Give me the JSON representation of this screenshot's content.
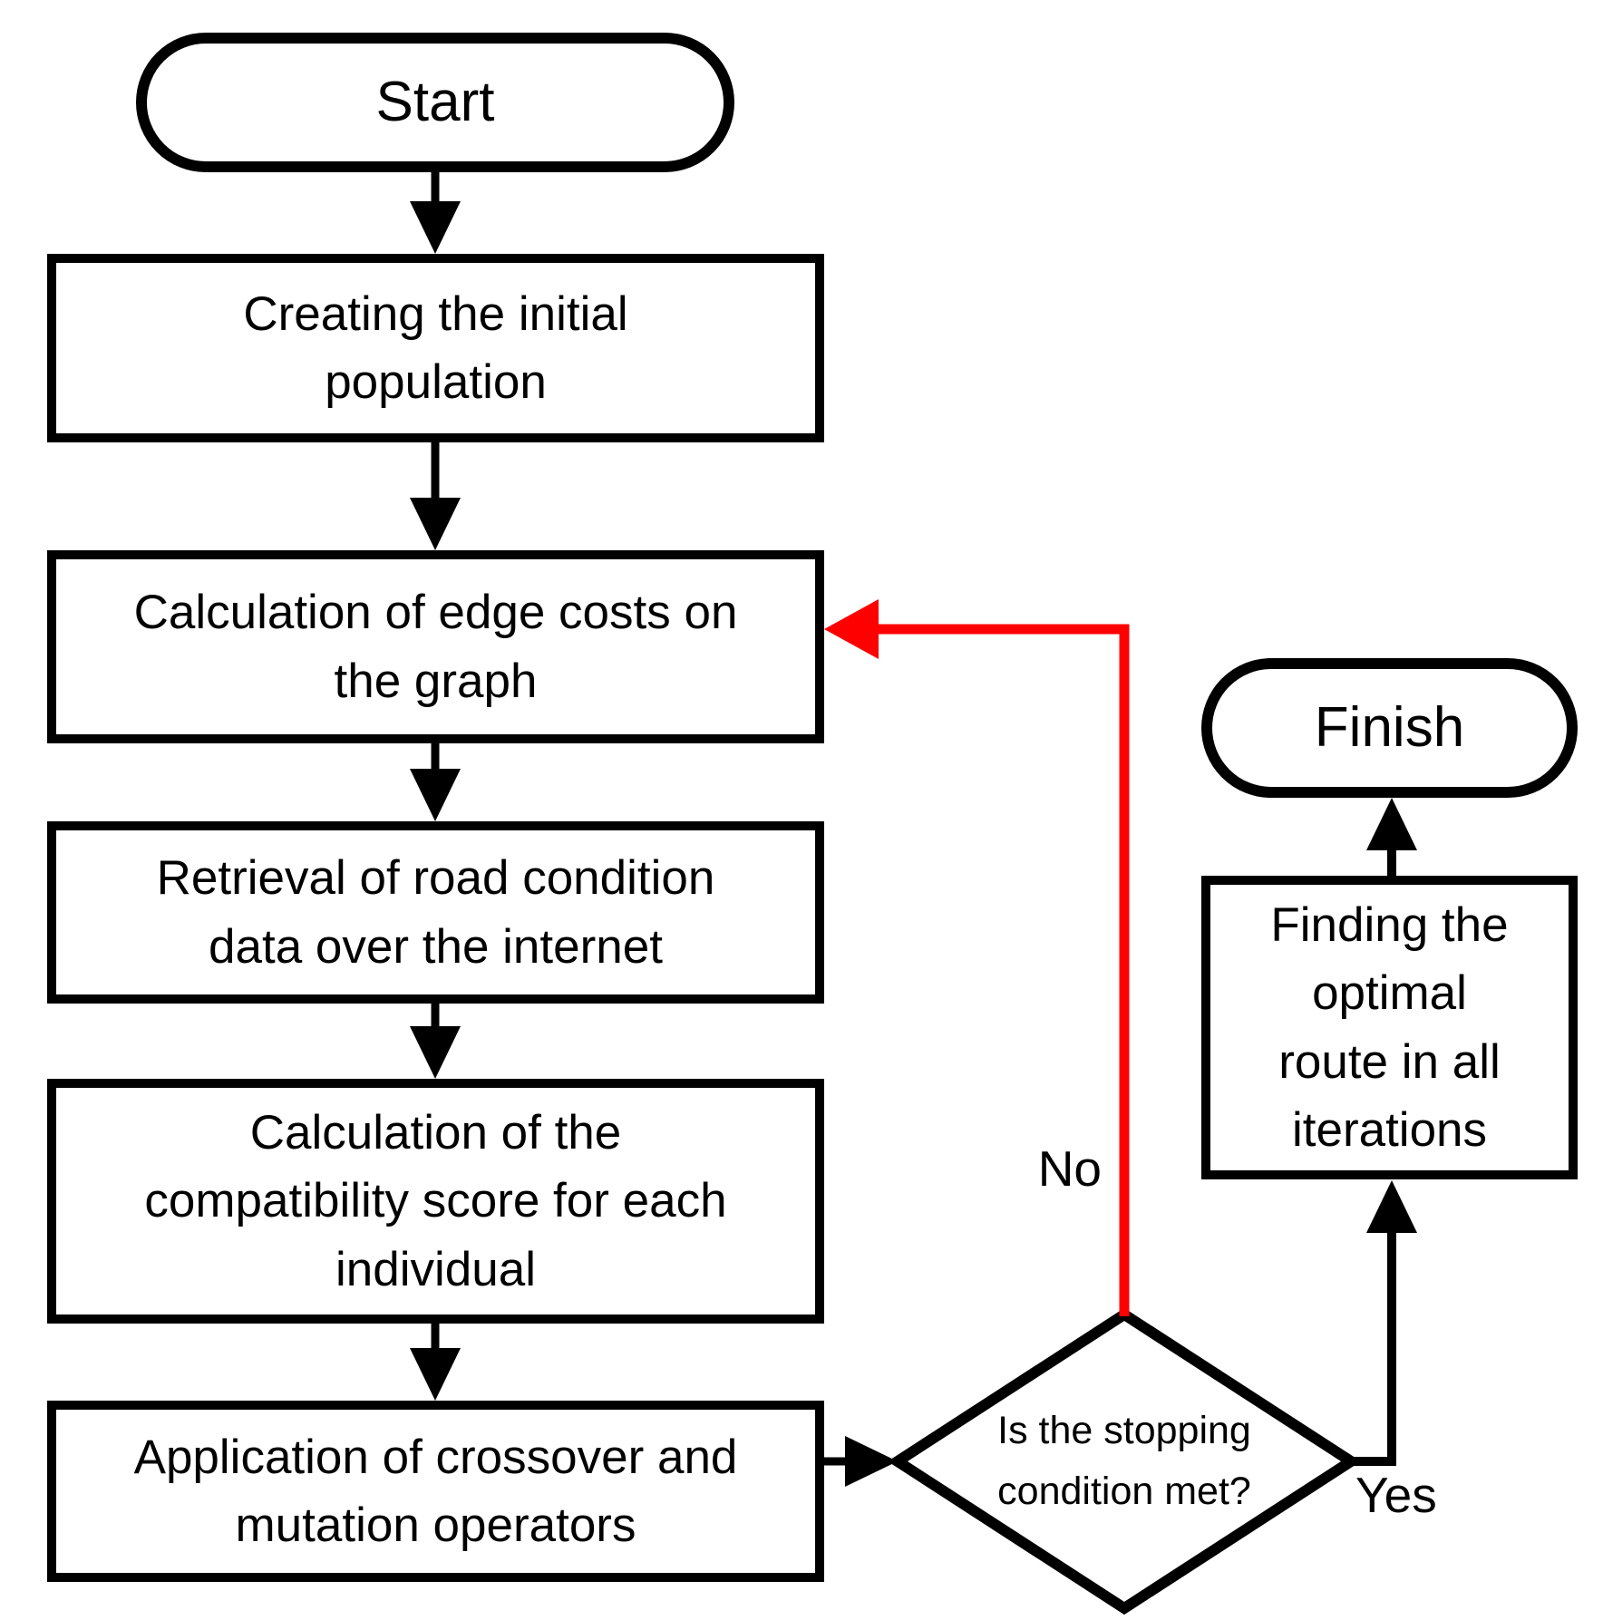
{
  "diagram": {
    "type": "flowchart",
    "background_color": "#ffffff",
    "stroke_color": "#000000",
    "loop_arrow_color": "#ff0000"
  },
  "nodes": {
    "start": {
      "shape": "terminator",
      "label": "Start"
    },
    "create_population": {
      "shape": "process",
      "lines": [
        "Creating the initial",
        "population"
      ]
    },
    "edge_costs": {
      "shape": "process",
      "lines": [
        "Calculation of edge costs on",
        "the graph"
      ]
    },
    "road_data": {
      "shape": "process",
      "lines": [
        "Retrieval of road condition",
        "data over the internet"
      ]
    },
    "compatibility_score": {
      "shape": "process",
      "lines": [
        "Calculation of the",
        "compatibility score for each",
        "individual"
      ]
    },
    "crossover_mutation": {
      "shape": "process",
      "lines": [
        "Application of crossover and",
        "mutation operators"
      ]
    },
    "stopping_condition": {
      "shape": "decision",
      "lines": [
        "Is the stopping",
        "condition met?"
      ]
    },
    "optimal_route": {
      "shape": "process",
      "lines": [
        "Finding the",
        "optimal",
        "route in all",
        "iterations"
      ]
    },
    "finish": {
      "shape": "terminator",
      "label": "Finish"
    }
  },
  "edge_labels": {
    "no": "No",
    "yes": "Yes"
  }
}
